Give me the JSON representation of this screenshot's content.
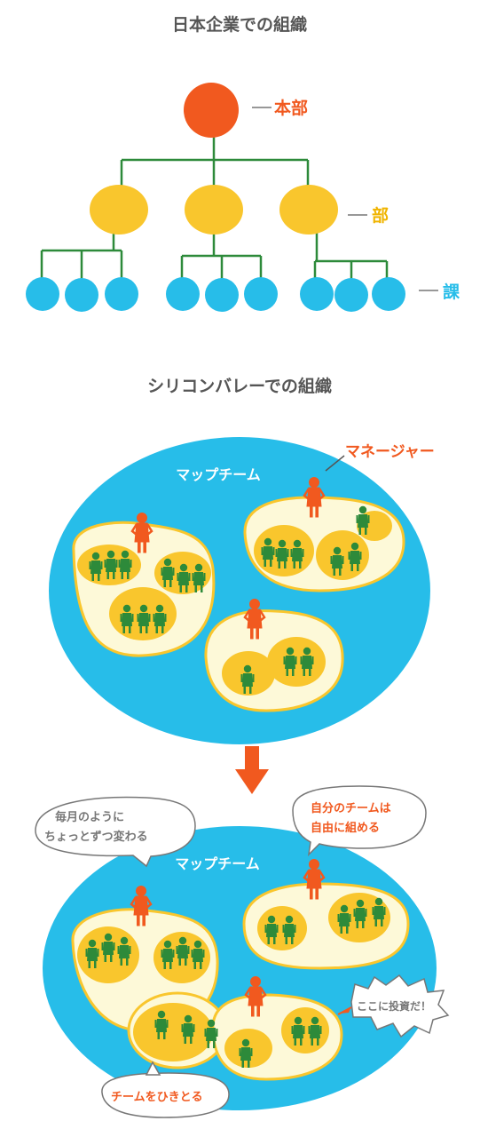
{
  "section1": {
    "title": "日本企業での組織",
    "labels": {
      "honbu": "本部",
      "bu": "部",
      "ka": "課"
    }
  },
  "section2": {
    "title": "シリコンバレーでの組織",
    "team_label": "マップチーム",
    "manager_label": "マネージャー"
  },
  "section3": {
    "team_label": "マップチーム",
    "bubbles": {
      "monthly_change_line1": "毎月のように",
      "monthly_change_line2": "ちょっとずつ変わる",
      "own_team_line1": "自分のチームは",
      "own_team_line2": "自由に組める",
      "invest": "ここに投資だ！",
      "poach": "チームをひきとる"
    }
  },
  "colors": {
    "red": "#f1591f",
    "yellow": "#f9c62d",
    "cyan": "#27bde9",
    "green": "#2d8a3a",
    "cream": "#fdf9d8",
    "line_green": "#2d8a3a"
  }
}
